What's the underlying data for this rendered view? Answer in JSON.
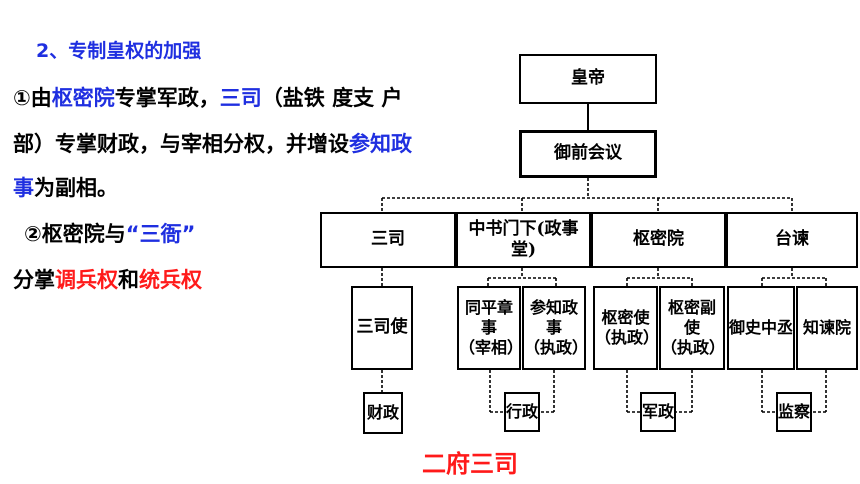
{
  "left_text": {
    "heading": "2、专制皇权的加强",
    "p1_line1": {
      "a": "①由",
      "b": "枢密院",
      "c": "专掌军政，",
      "d": "三司",
      "e": "（盐铁  度支  户"
    },
    "p1_line2": {
      "a": "部）专掌财政，与宰相分权，并增设",
      "b": "参知政"
    },
    "p1_line3": {
      "a": "事",
      "b": "为副相。"
    },
    "p2_line1": {
      "a": "②枢密院与",
      "b": "“三衙”"
    },
    "p2_line2": {
      "a": "分掌",
      "b": "调兵权",
      "c": "和",
      "d": "统兵权"
    }
  },
  "diagram": {
    "emperor": "皇帝",
    "council": "御前会议",
    "departments": [
      "三司",
      "中书门下(政事堂)",
      "枢密院",
      "台谏"
    ],
    "officials": {
      "sansi": "三司使",
      "tongping": [
        "同平章事",
        "（宰相）"
      ],
      "canzhi": [
        "参知政事",
        "（执政）"
      ],
      "shumishi": [
        "枢密使",
        "（执政）"
      ],
      "shumifushi": [
        "枢密副使",
        "（执政）"
      ],
      "yushi": "御史中丞",
      "zhijian": "知谏院"
    },
    "functions": [
      "财政",
      "行政",
      "军政",
      "监察"
    ],
    "bottom_title": "二府三司"
  }
}
